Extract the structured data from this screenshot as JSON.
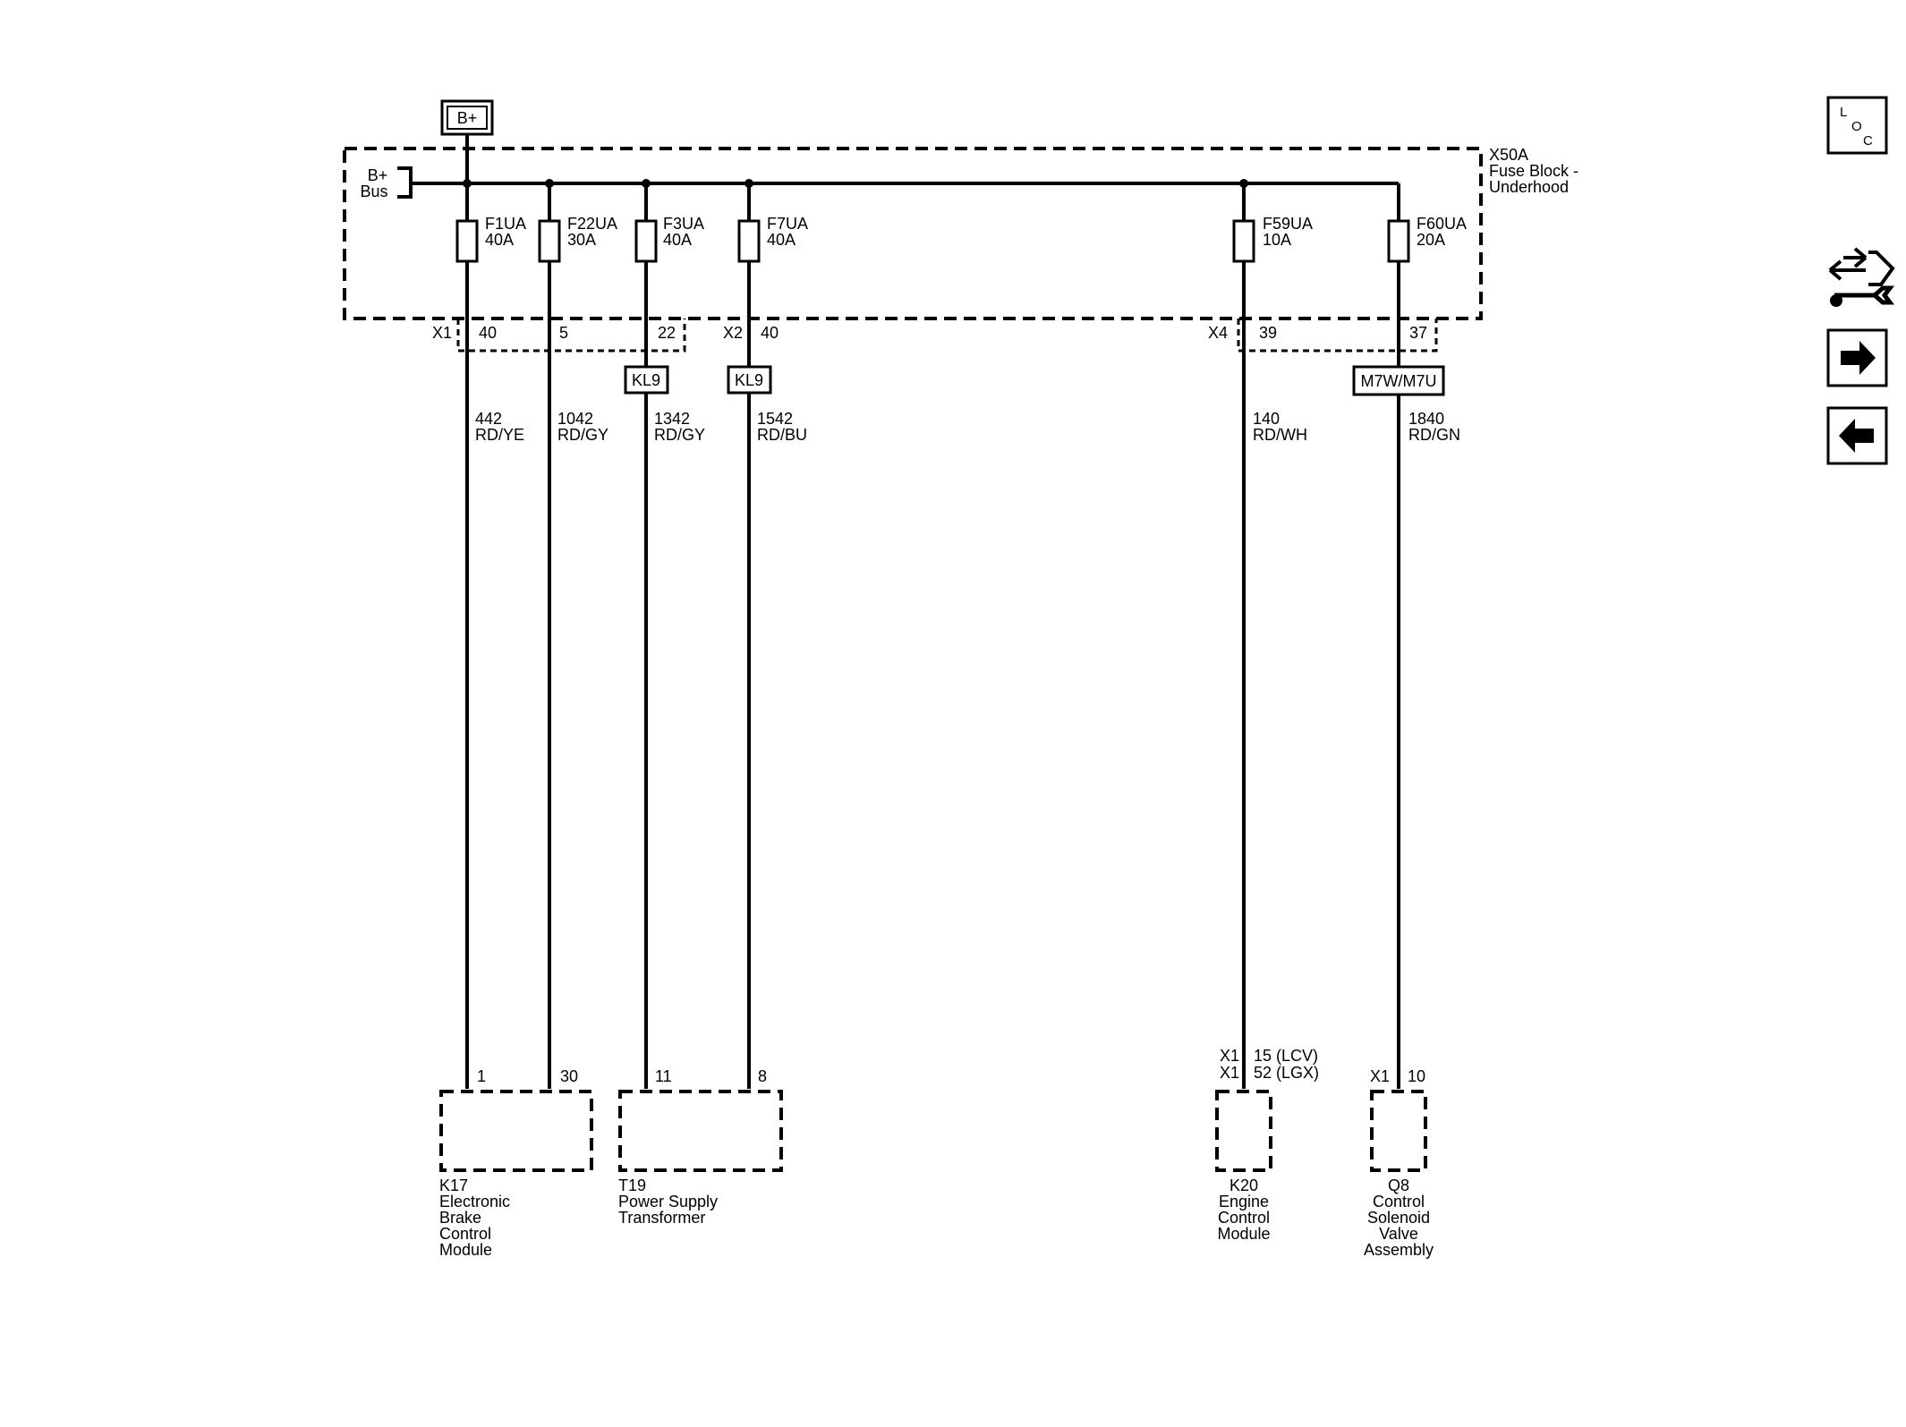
{
  "power_source": {
    "label": "B+"
  },
  "fuse_block": {
    "id": "X50A",
    "name_line1": "Fuse Block -",
    "name_line2": "Underhood",
    "bus_line1": "B+",
    "bus_line2": "Bus"
  },
  "fuses": [
    {
      "id": "F1UA",
      "rating": "40A"
    },
    {
      "id": "F22UA",
      "rating": "30A"
    },
    {
      "id": "F3UA",
      "rating": "40A"
    },
    {
      "id": "F7UA",
      "rating": "40A"
    },
    {
      "id": "F59UA",
      "rating": "10A"
    },
    {
      "id": "F60UA",
      "rating": "20A"
    }
  ],
  "connectors": {
    "x1": "X1",
    "x2": "X2",
    "x4": "X4",
    "x1_pins": [
      "40",
      "5",
      "22"
    ],
    "x2_pin": "40",
    "x4_pins": [
      "39",
      "37"
    ]
  },
  "options": {
    "kl9_a": "KL9",
    "kl9_b": "KL9",
    "m7w": "M7W/M7U"
  },
  "wires": [
    {
      "circuit": "442",
      "color": "RD/YE"
    },
    {
      "circuit": "1042",
      "color": "RD/GY"
    },
    {
      "circuit": "1342",
      "color": "RD/GY"
    },
    {
      "circuit": "1542",
      "color": "RD/BU"
    },
    {
      "circuit": "140",
      "color": "RD/WH"
    },
    {
      "circuit": "1840",
      "color": "RD/GN"
    }
  ],
  "components": {
    "k17": {
      "pin_a": "1",
      "pin_b": "30",
      "lines": [
        "K17",
        "Electronic",
        "Brake",
        "Control",
        "Module"
      ]
    },
    "t19": {
      "pin_a": "11",
      "pin_b": "8",
      "lines": [
        "T19",
        "Power Supply",
        "Transformer"
      ]
    },
    "k20": {
      "conn_a": "X1",
      "pin_a": "15 (LCV)",
      "conn_b": "X1",
      "pin_b": "52 (LGX)",
      "lines": [
        "K20",
        "Engine",
        "Control",
        "Module"
      ]
    },
    "q8": {
      "conn": "X1",
      "pin": "10",
      "lines": [
        "Q8",
        "Control",
        "Solenoid",
        "Valve",
        "Assembly"
      ]
    }
  },
  "nav": {
    "loc_l": "L",
    "loc_o": "O",
    "loc_c": "C"
  }
}
